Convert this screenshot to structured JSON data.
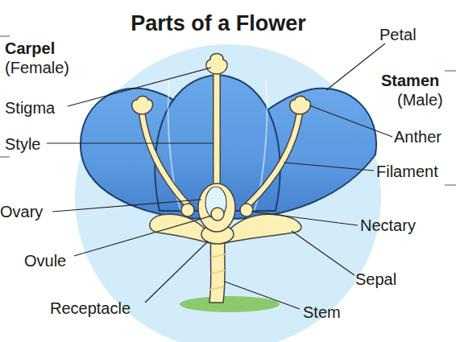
{
  "diagram": {
    "title": "Parts of a Flower",
    "labels": [
      "Petal",
      "Carpel",
      "(Female)",
      "Stamen",
      "(Male)",
      "Stigma",
      "Anther",
      "Style",
      "Filament",
      "Ovary",
      "Nectary",
      "Ovule",
      "Sepal",
      "Receptacle",
      "Stem"
    ]
  }
}
